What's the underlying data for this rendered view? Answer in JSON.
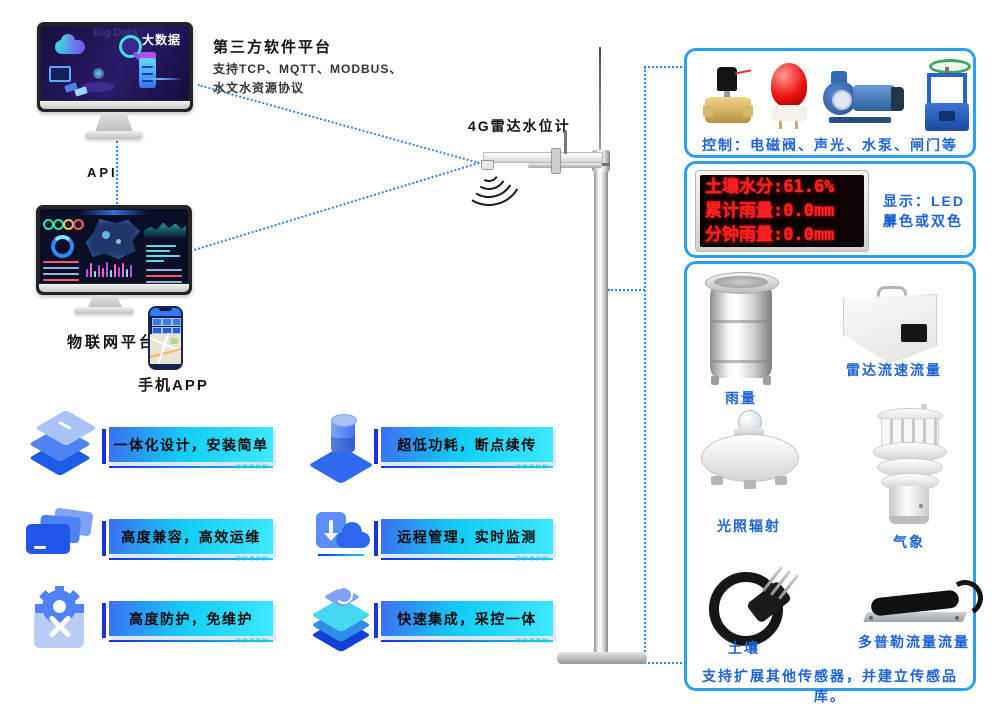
{
  "colors": {
    "panel_border": "#2b9ff2",
    "label_blue": "#1d64d6",
    "dotted_line": "#2e86f5",
    "led_red": "#ff2121",
    "feature_gradient_start": "#3d6ef2",
    "feature_gradient_end": "#3fe8ff"
  },
  "ui": {
    "arrows": "»»»»»"
  },
  "top_platform": {
    "watermark": "Big Data",
    "screen_label": "大数据",
    "title": "第三方软件平台",
    "subtitle1": "支持TCP、MQTT、MODBUS、",
    "subtitle2": "水文水资源协议",
    "api_label": "API"
  },
  "iot_platform": {
    "label": "物联网平台",
    "phone_label": "手机APP"
  },
  "station": {
    "radar_label": "4G雷达水位计"
  },
  "right_panel": {
    "control_box": {
      "caption": "控制：电磁阀、声光、水泵、闸门等",
      "device_icons": [
        "solenoid-valve",
        "alarm-beacon",
        "water-pump",
        "gate-valve"
      ]
    },
    "led_box": {
      "line1": "土壤水分:61.6%",
      "line2": "累计雨量:0.0mm",
      "line3": "分钟雨量:0.0mm",
      "caption1": "显示：LED屏",
      "caption2": "单色或双色"
    },
    "sensor_box": {
      "rain_label": "雨量",
      "radar_flow_label": "雷达流速流量",
      "light_label": "光照辐射",
      "weather_label": "气象",
      "soil_label": "土壤",
      "doppler_label": "多普勒流量流量",
      "footer": "支持扩展其他传感器，并建立传感品库。"
    }
  },
  "features": [
    {
      "label": "一体化设计，安装简单",
      "icon": "layers-icon"
    },
    {
      "label": "超低功耗，断点续传",
      "icon": "battery-icon"
    },
    {
      "label": "高度兼容，高效运维",
      "icon": "devices-icon"
    },
    {
      "label": "远程管理，实时监测",
      "icon": "cloud-download-icon"
    },
    {
      "label": "高度防护，免维护",
      "icon": "gear-tools-icon"
    },
    {
      "label": "快速集成，采控一体",
      "icon": "stack-sync-icon"
    }
  ]
}
